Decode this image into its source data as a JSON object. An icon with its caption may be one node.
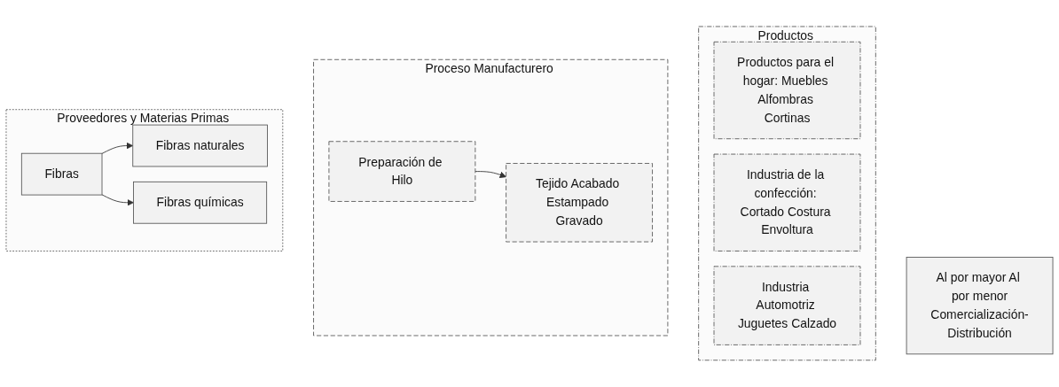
{
  "diagram": {
    "nodes": [
      {
        "text": [
          "Proveedores y Materias Primas"
        ]
      },
      {
        "text": [
          "Fibras"
        ],
        "in": 0
      },
      {
        "text": [
          "Fibras naturales"
        ],
        "in": 0
      },
      {
        "text": [
          "Fibras químicas"
        ],
        "in": 0
      },
      {
        "text": [
          "Proceso Manufacturero"
        ]
      },
      {
        "text": [
          "Preparación de Hilo"
        ],
        "in": 4
      },
      {
        "text": [
          "Tejido Acabado Estampado Gravado"
        ],
        "in": 4
      },
      {
        "text": [
          "Productos"
        ]
      },
      {
        "text": [
          "Productos para el hogar: Muebles Alfombras Cortinas"
        ],
        "in": 7
      },
      {
        "text": [
          "Industria de la confección: Cortado Costura Envoltura"
        ],
        "in": 7
      },
      {
        "text": [
          "Industria Automotriz Juguetes Calzado"
        ],
        "in": 7
      },
      {
        "text": [
          "Al por mayor Al por menor",
          "Comercialización-Distribución"
        ]
      }
    ],
    "edges": [
      {
        "from": 1,
        "to": 2,
        "arrow": "to"
      },
      {
        "from": 1,
        "to": 3,
        "arrow": "to"
      },
      {
        "from": 5,
        "to": 6,
        "arrow": "to"
      }
    ]
  }
}
